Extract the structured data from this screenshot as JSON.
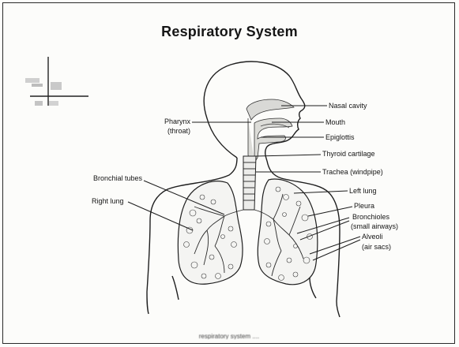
{
  "title": "Respiratory System",
  "labels": {
    "nasal_cavity": "Nasal cavity",
    "mouth": "Mouth",
    "pharynx": "Pharynx",
    "throat": "(throat)",
    "epiglottis": "Epiglottis",
    "thyroid_cartilage": "Thyroid cartilage",
    "trachea": "Trachea (windpipe)",
    "bronchial_tubes": "Bronchial tubes",
    "left_lung": "Left lung",
    "right_lung": "Right lung",
    "pleura": "Pleura",
    "bronchioles": "Bronchioles",
    "small_airways": "(small airways)",
    "alveoli": "Alveoli",
    "air_sacs": "(air sacs)"
  },
  "footer": "respiratory system ...."
}
